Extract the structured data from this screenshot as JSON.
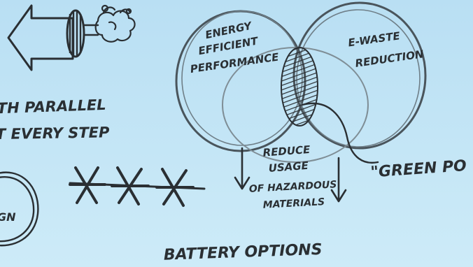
{
  "colors": {
    "background_top": "#b9dff3",
    "background_bottom": "#cdebf8",
    "ink": "#2a2f33",
    "faint_ink": "#6f7f88"
  },
  "left_text": {
    "line1": "TH PARALLEL",
    "line2": "T EVERY STEP",
    "partial_word": "GN"
  },
  "venn": {
    "left_circle_label": [
      "ENERGY",
      "EFFICIENT",
      "PERFORMANCE"
    ],
    "right_circle_label": [
      "E-WASTE",
      "REDUCTION"
    ],
    "bottom_label": [
      "REDUCE",
      "USAGE",
      "OF HAZARDOUS",
      "MATERIALS"
    ],
    "callout": "\"GREEN PO"
  },
  "stars": {
    "count": 3
  },
  "footer": {
    "caption": "BATTERY OPTIONS"
  },
  "icons": {
    "arrow": "left-arrow-icon",
    "plug": "plug-icon",
    "smoke": "smoke-cloud-icon",
    "star": "asterisk-star-icon"
  }
}
